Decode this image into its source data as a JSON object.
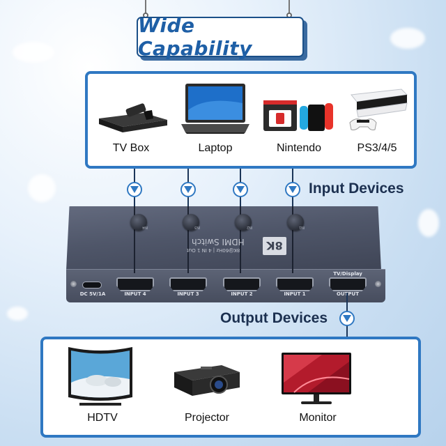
{
  "title": "Wide Capability",
  "input_section_label": "Input Devices",
  "output_section_label": "Output Devices",
  "input_devices": [
    {
      "label": "TV Box",
      "icon": "tv-box-icon"
    },
    {
      "label": "Laptop",
      "icon": "laptop-icon"
    },
    {
      "label": "Nintendo",
      "icon": "nintendo-switch-icon"
    },
    {
      "label": "PS3/4/5",
      "icon": "playstation-icon"
    }
  ],
  "output_devices": [
    {
      "label": "HDTV",
      "icon": "hdtv-icon"
    },
    {
      "label": "Projector",
      "icon": "projector-icon"
    },
    {
      "label": "Monitor",
      "icon": "monitor-icon"
    }
  ],
  "switch_device": {
    "badge": "8K",
    "name": "HDMI Switch",
    "subtitle": "8K@60Hz | 4 IN 1 Out",
    "power_label": "DC 5V/1A",
    "output_top_label": "TV/Display",
    "ports": [
      {
        "label": "INPUT 4"
      },
      {
        "label": "INPUT 3"
      },
      {
        "label": "INPUT 2"
      },
      {
        "label": "INPUT 1"
      },
      {
        "label": "OUTPUT"
      }
    ],
    "button_marks": [
      "IN4",
      "IN3",
      "IN2",
      "IN1"
    ]
  },
  "colors": {
    "accent_blue": "#2f78c2",
    "title_blue": "#1e5fa6",
    "switch_body": "#4f5669"
  }
}
